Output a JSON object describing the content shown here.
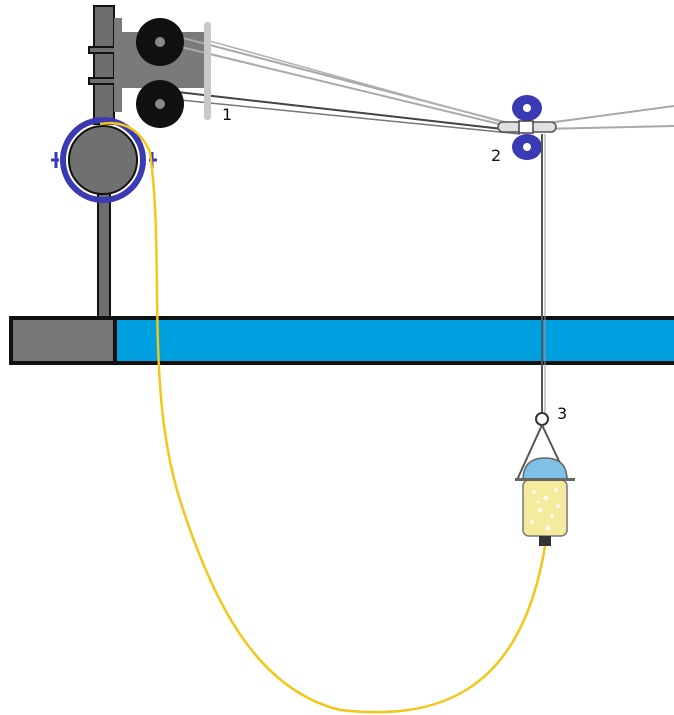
{
  "labels": {
    "pulley_block": "1",
    "guide_rollers": "2",
    "hook_ring": "3"
  },
  "colors": {
    "water": "#009fe0",
    "platform_gray": "#777777",
    "outline": "#111111",
    "roller_black": "#111111",
    "guide_blue": "#3a3ab4",
    "drum_blue": "#3a3ab4",
    "drum_gray": "#707070",
    "cable_yellow": "#f5c518",
    "container_yellow": "#f4ec9c",
    "container_cap_blue": "#7ec0e8",
    "wire_gray": "#a0a0a0",
    "wire_dark": "#555555"
  }
}
